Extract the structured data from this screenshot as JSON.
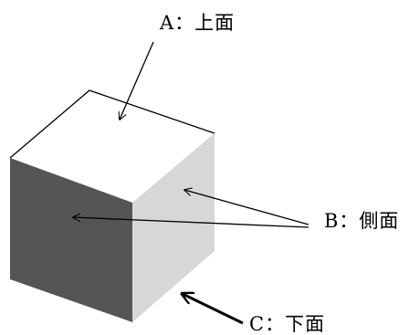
{
  "labels": {
    "top": "A：上面",
    "side": "B：側面",
    "bottom": "C：下面"
  },
  "colors": {
    "top_face": "#ffffff",
    "left_face": "#555555",
    "right_face": "#d7d7d7",
    "outline": "#000000",
    "arrow": "#000000"
  }
}
